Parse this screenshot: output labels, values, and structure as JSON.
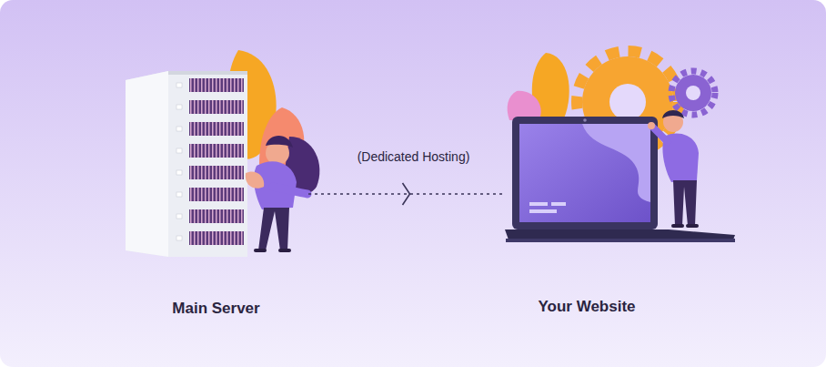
{
  "diagram": {
    "nodes": [
      {
        "text": [
          "Main Server"
        ]
      },
      {
        "text": [
          "Your Website"
        ]
      }
    ],
    "edges": [
      {
        "from": 0,
        "to": 1,
        "arrow": "to",
        "label": "(Dedicated Hosting)"
      }
    ]
  }
}
